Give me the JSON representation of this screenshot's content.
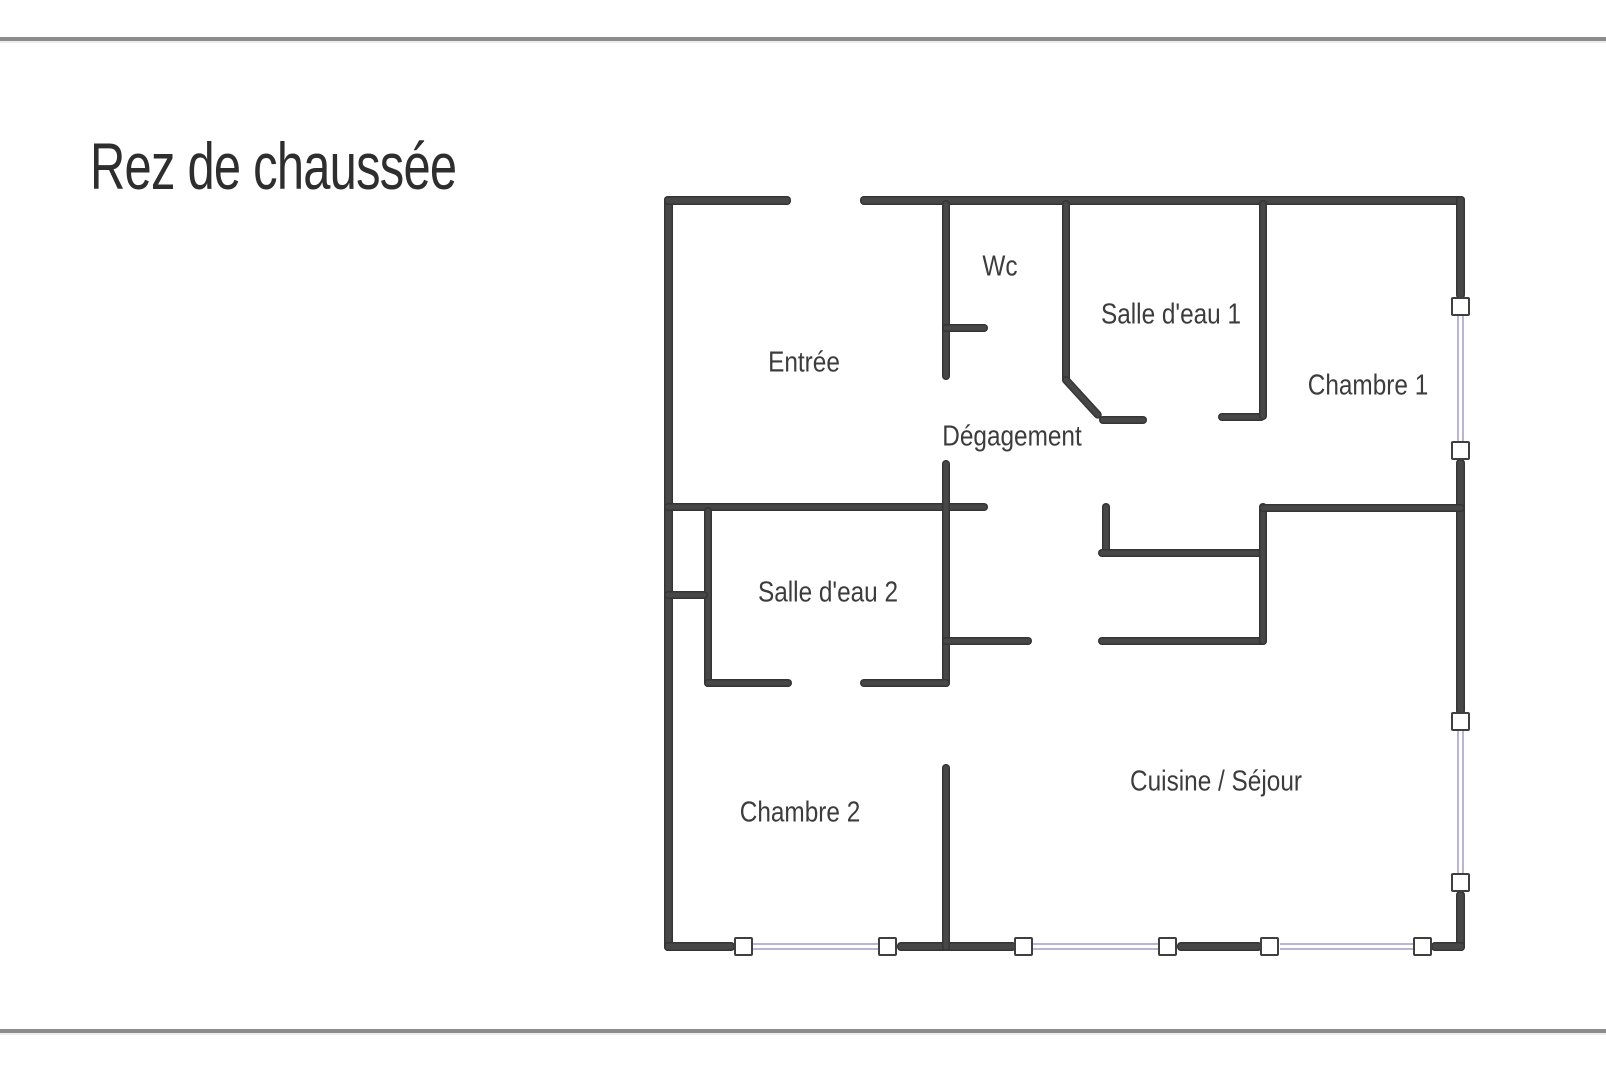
{
  "page": {
    "title": "Rez de chaussée"
  },
  "plan": {
    "rooms": [
      {
        "id": "entree",
        "label": "Entrée"
      },
      {
        "id": "wc",
        "label": "Wc"
      },
      {
        "id": "salle-deau-1",
        "label": "Salle d'eau 1"
      },
      {
        "id": "chambre-1",
        "label": "Chambre 1"
      },
      {
        "id": "degagement",
        "label": "Dégagement"
      },
      {
        "id": "salle-deau-2",
        "label": "Salle d'eau 2"
      },
      {
        "id": "chambre-2",
        "label": "Chambre 2"
      },
      {
        "id": "cuisine-sejour",
        "label": "Cuisine / Séjour"
      }
    ],
    "window_count": 5,
    "colors": {
      "wall": "#474747",
      "window": "#b9b6d3",
      "window_frame": "#3f3f3f",
      "text": "#3c3c3c",
      "rule": "#8c8c8c"
    }
  }
}
